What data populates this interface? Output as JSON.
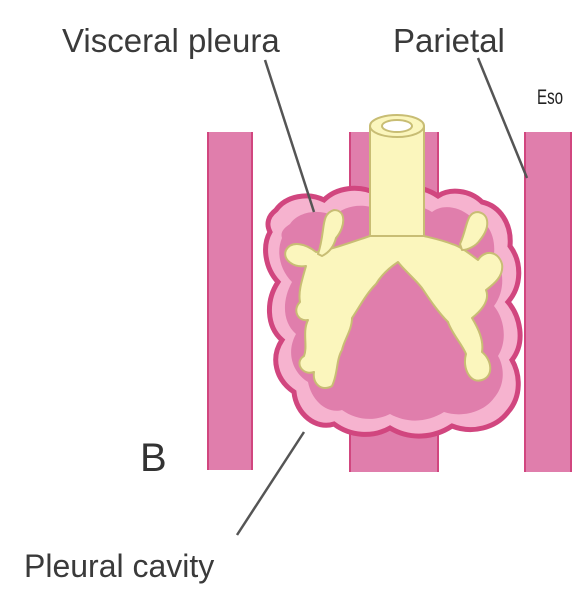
{
  "figure": {
    "panel_letter": "B",
    "labels": {
      "visceral_pleura": "Visceral pleura",
      "parietal": "Parietal",
      "esophagus_partial": "Eso",
      "pleural_cavity": "Pleural cavity"
    }
  },
  "colors": {
    "tissue_pink": "#e07eac",
    "membrane_pink": "#d1467f",
    "rim_pink": "#f6b3cf",
    "airway_yellow": "#fbf6bd",
    "airway_outline": "#c8bd74",
    "leader_line": "#555555",
    "text": "#3a3a3a"
  }
}
